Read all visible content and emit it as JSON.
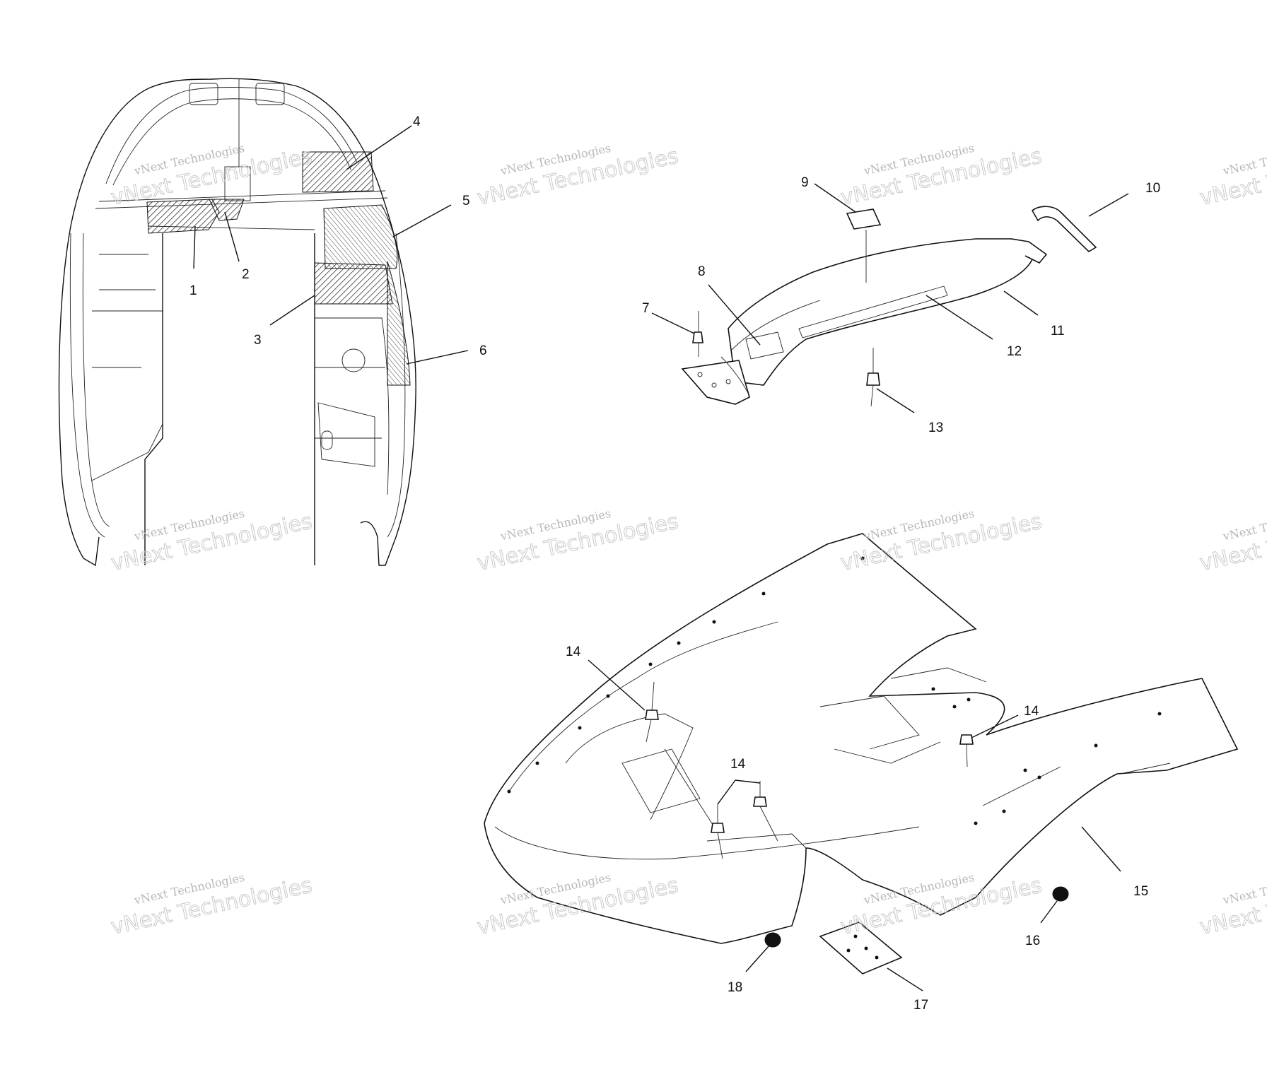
{
  "watermark": {
    "small": "vNext Technologies",
    "big": "vNext Technologies"
  },
  "callouts": [
    "1",
    "2",
    "3",
    "4",
    "5",
    "6",
    "7",
    "8",
    "9",
    "10",
    "11",
    "12",
    "13",
    "14",
    "14",
    "14",
    "15",
    "16",
    "17",
    "18"
  ],
  "colors": {
    "line": "#111111",
    "hatch": "#444444",
    "watermark": "#bbbbbb"
  }
}
